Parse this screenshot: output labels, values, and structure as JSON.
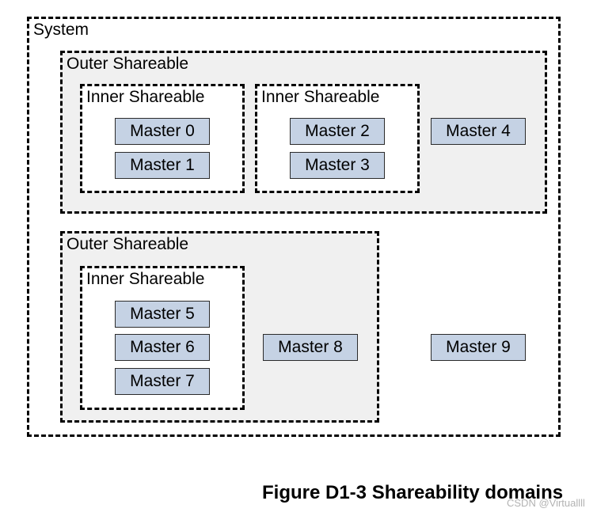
{
  "colors": {
    "master_fill": "#c5d2e4",
    "shaded_domain_fill": "#f0f0f0"
  },
  "system": {
    "label": "System"
  },
  "outer_domains": [
    {
      "label": "Outer Shareable",
      "inner_domains": [
        {
          "label": "Inner Shareable",
          "masters": [
            "Master 0",
            "Master 1"
          ]
        },
        {
          "label": "Inner Shareable",
          "masters": [
            "Master 2",
            "Master 3"
          ]
        }
      ],
      "masters": [
        "Master 4"
      ]
    },
    {
      "label": "Outer Shareable",
      "inner_domains": [
        {
          "label": "Inner Shareable",
          "masters": [
            "Master 5",
            "Master 6",
            "Master 7"
          ]
        }
      ],
      "masters": [
        "Master 8"
      ]
    }
  ],
  "system_masters": [
    "Master 9"
  ],
  "caption": "Figure D1-3 Shareability domains",
  "watermark": "CSDN @Virtuallll"
}
